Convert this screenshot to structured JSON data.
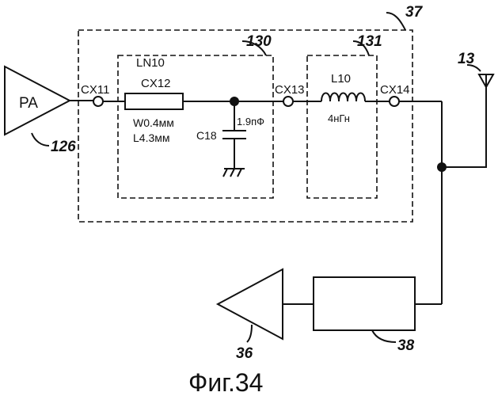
{
  "figure": {
    "caption": "Фиг.34"
  },
  "blocks": {
    "pa": {
      "label": "PA",
      "ref": "126"
    },
    "outer_box": {
      "ref": "37"
    },
    "matching_box": {
      "ref": "130",
      "line_label": "LN10"
    },
    "filter_box": {
      "ref": "131"
    },
    "antenna": {
      "ref": "13"
    },
    "lna": {
      "ref": "36"
    },
    "rx_block": {
      "ref": "38"
    }
  },
  "nodes": {
    "cx11": "CX11",
    "cx12": "CX12",
    "cx13": "CX13",
    "cx14": "CX14"
  },
  "components": {
    "stripline": {
      "width": "W0.4мм",
      "length": "L4.3мм"
    },
    "capacitor": {
      "name": "C18",
      "value": "1.9пФ"
    },
    "inductor": {
      "name": "L10",
      "value": "4нГн"
    }
  }
}
